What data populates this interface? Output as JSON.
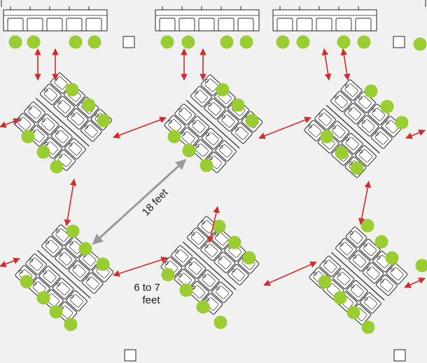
{
  "colors": {
    "background": "#f2f1f1",
    "spacing_arrow": "#d42a2a",
    "long_distance_arrow": "#9a9a9a",
    "person_marker": "#9acd32",
    "furniture_outline": "#222222",
    "furniture_fill": "#ffffff"
  },
  "icons": {
    "person": "green-circle",
    "desk_cluster": "rotated-grid-of-desk-chairs",
    "counter_row": "row-of-counter-stations",
    "column": "square-outline"
  },
  "labels": {
    "far_distance": "18 feet",
    "near_distance_line1": "6 to 7",
    "near_distance_line2": "feet"
  },
  "layout": {
    "top_counter_rows": 3,
    "desk_clusters": 6,
    "cluster_grid": "3 columns x 2 rows",
    "columns_visible": 4
  }
}
